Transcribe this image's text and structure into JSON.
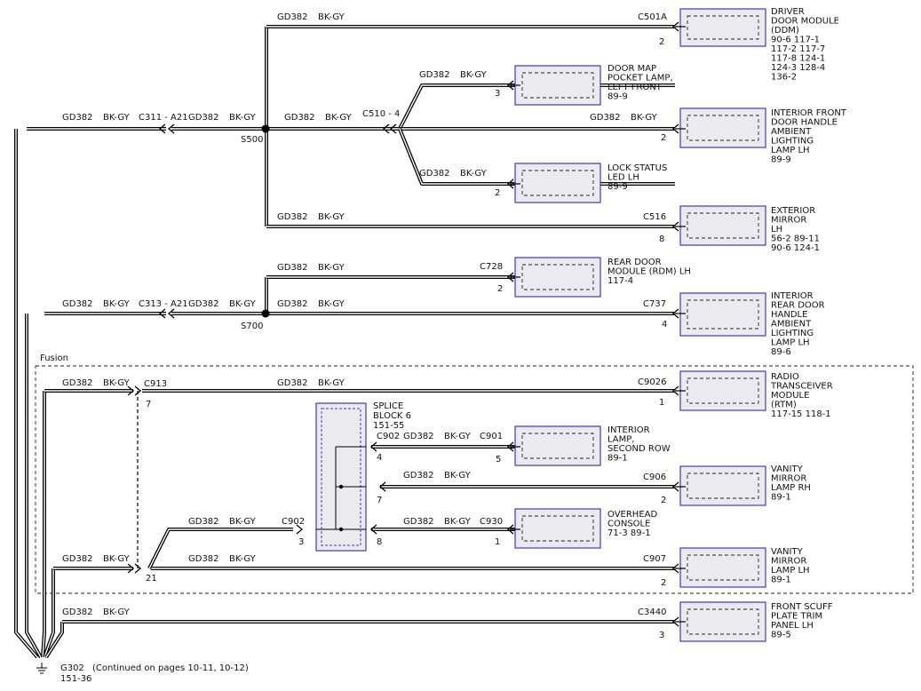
{
  "wire": {
    "circuit": "GD382",
    "color": "BK-GY"
  },
  "splices": [
    {
      "id": "S500",
      "label": "S500"
    },
    {
      "id": "S700",
      "label": "S700"
    }
  ],
  "connectors": {
    "c311": "C311 - A21",
    "c313": "C313 - A21",
    "c510": "C510 - 4",
    "c913": "C913",
    "c913_pin": "7",
    "c913_pin2": "21",
    "c902a": "C902",
    "c902b": "C902",
    "c902b_pin": "3",
    "c901": "C901",
    "c930": "C930"
  },
  "splice_block": {
    "name": "SPLICE\nBLOCK 6",
    "name_lines": [
      "SPLICE",
      "BLOCK 6"
    ],
    "ref": "151-55",
    "pins": [
      "4",
      "7",
      "8"
    ]
  },
  "fusion_label": "Fusion",
  "components": [
    {
      "key": "ddm",
      "connector": "C501A",
      "pin": "2",
      "lines": [
        "DRIVER",
        "DOOR MODULE",
        "(DDM)"
      ],
      "refs": [
        "90-6    117-1",
        "117-2   117-7",
        "117-8   124-1",
        "124-3   128-4",
        "136-2"
      ]
    },
    {
      "key": "doormap",
      "connector": "",
      "pin": "3",
      "lines": [
        "DOOR MAP",
        "POCKET LAMP,",
        "LEFT FRONT"
      ],
      "refs": [
        "89-9"
      ]
    },
    {
      "key": "intfront",
      "connector": "",
      "pin": "2",
      "lines": [
        "INTERIOR FRONT",
        "DOOR HANDLE",
        "AMBIENT",
        "LIGHTING",
        "LAMP LH"
      ],
      "refs": [
        "89-9"
      ]
    },
    {
      "key": "lockled",
      "connector": "",
      "pin": "2",
      "lines": [
        "LOCK STATUS",
        "LED LH"
      ],
      "refs": [
        "89-9"
      ]
    },
    {
      "key": "mirror",
      "connector": "C516",
      "pin": "8",
      "lines": [
        "EXTERIOR",
        "MIRROR",
        "LH"
      ],
      "refs": [
        "56-2    89-11",
        "90-6    124-1"
      ]
    },
    {
      "key": "rdm",
      "connector": "C728",
      "pin": "2",
      "lines": [
        "REAR DOOR",
        "MODULE (RDM) LH"
      ],
      "refs": [
        "117-4"
      ]
    },
    {
      "key": "intrear",
      "connector": "C737",
      "pin": "4",
      "lines": [
        "INTERIOR",
        "REAR DOOR",
        "HANDLE",
        "AMBIENT",
        "LIGHTING",
        "LAMP LH"
      ],
      "refs": [
        "89-6"
      ]
    },
    {
      "key": "rtm",
      "connector": "C9026",
      "pin": "1",
      "lines": [
        "RADIO",
        "TRANSCEIVER",
        "MODULE",
        "(RTM)"
      ],
      "refs": [
        "117-15 118-1"
      ]
    },
    {
      "key": "intlamp",
      "connector": "C901",
      "pin": "5",
      "lines": [
        "INTERIOR",
        "LAMP,",
        "SECOND ROW"
      ],
      "refs": [
        "89-1"
      ]
    },
    {
      "key": "vanrh",
      "connector": "C906",
      "pin": "2",
      "lines": [
        "VANITY",
        "MIRROR",
        "LAMP RH"
      ],
      "refs": [
        "89-1"
      ]
    },
    {
      "key": "overhead",
      "connector": "C930",
      "pin": "1",
      "lines": [
        "OVERHEAD",
        "CONSOLE"
      ],
      "refs": [
        "71-3    89-1"
      ]
    },
    {
      "key": "vanlh",
      "connector": "C907",
      "pin": "2",
      "lines": [
        "VANITY",
        "MIRROR",
        "LAMP LH"
      ],
      "refs": [
        "89-1"
      ]
    },
    {
      "key": "scuff",
      "connector": "C3440",
      "pin": "3",
      "lines": [
        "FRONT SCUFF",
        "PLATE TRIM",
        "PANEL LH"
      ],
      "refs": [
        "89-5"
      ]
    }
  ],
  "ground": {
    "label": "G302",
    "note": "(Continued on pages 10-11, 10-12)",
    "ref": "151-36"
  }
}
